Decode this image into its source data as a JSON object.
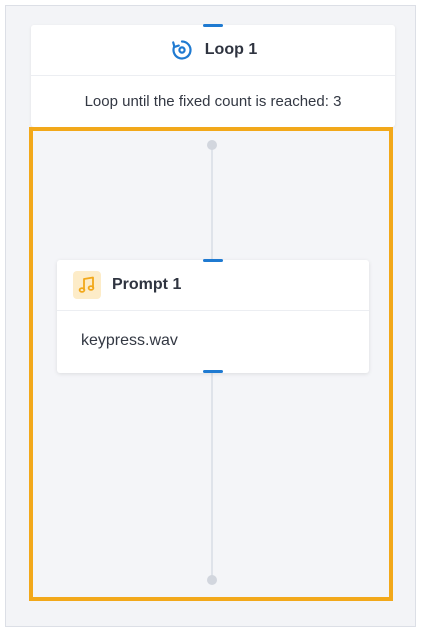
{
  "loop": {
    "title": "Loop 1",
    "description": "Loop until the fixed count is reached: 3",
    "icon": "loop-icon"
  },
  "prompt": {
    "title": "Prompt 1",
    "file": "keypress.wav",
    "icon": "music-note-icon"
  },
  "colors": {
    "accent_blue": "#1f7ad1",
    "loop_highlight": "#f2a81a",
    "prompt_icon_bg": "#fdecc8"
  }
}
